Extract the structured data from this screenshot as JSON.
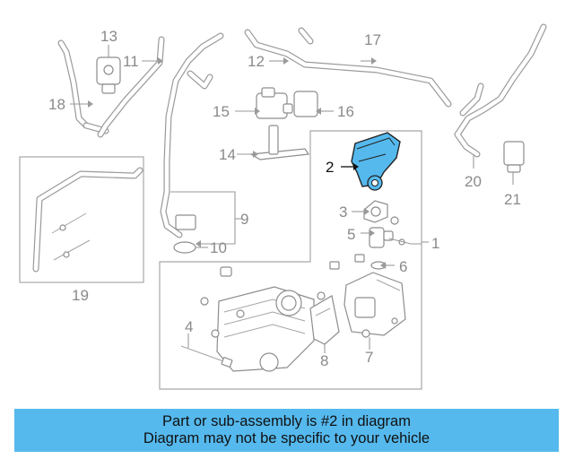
{
  "diagram": {
    "callouts": [
      "1",
      "2",
      "3",
      "4",
      "5",
      "6",
      "7",
      "8",
      "9",
      "10",
      "11",
      "12",
      "13",
      "14",
      "15",
      "16",
      "17",
      "18",
      "19",
      "20",
      "21"
    ],
    "highlight_callout": "2",
    "highlight_color": "#55b9ee"
  },
  "banner": {
    "line1": "Part or sub-assembly is #2 in diagram",
    "line2": "Diagram may not be specific to your vehicle",
    "color": "#55b9ee"
  }
}
